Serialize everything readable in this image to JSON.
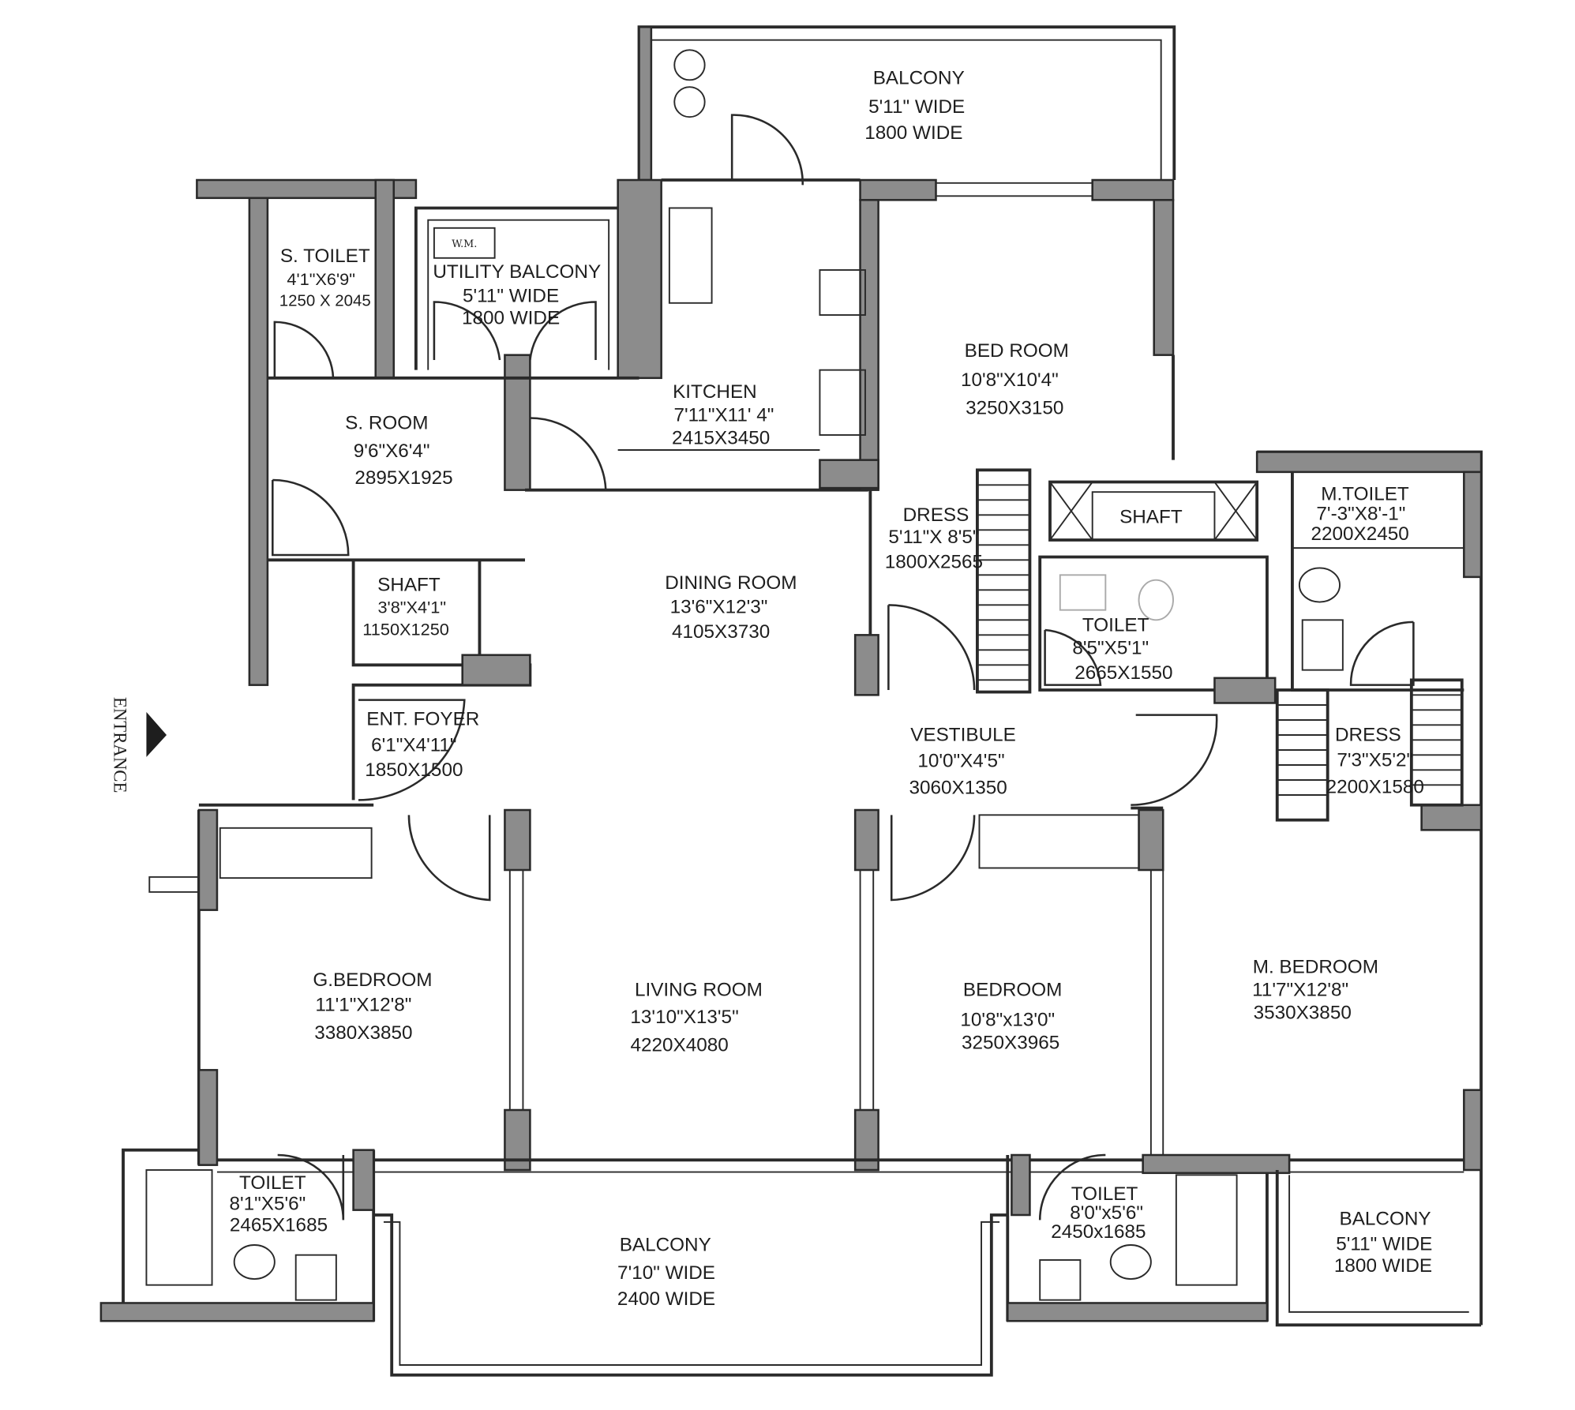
{
  "title": "Apartment Floor Plan",
  "entrance_label": "ENTRANCE",
  "wm_label": "W.M.",
  "rooms": [
    {
      "name": "BALCONY",
      "l2": "5'11\" WIDE",
      "l3": "1800 WIDE"
    },
    {
      "name": "S. TOILET",
      "l2": "4'1\"X6'9\"",
      "l3": "1250 X 2045"
    },
    {
      "name": "UTILITY BALCONY",
      "l2": "5'11\" WIDE",
      "l3": "1800 WIDE"
    },
    {
      "name": "KITCHEN",
      "l2": "7'11\"X11' 4\"",
      "l3": "2415X3450"
    },
    {
      "name": "BED ROOM",
      "l2": "10'8\"X10'4\"",
      "l3": "3250X3150"
    },
    {
      "name": "S. ROOM",
      "l2": "9'6\"X6'4\"",
      "l3": "2895X1925"
    },
    {
      "name": "SHAFT",
      "l2": "3'8\"X4'1\"",
      "l3": "1150X1250"
    },
    {
      "name": "DINING ROOM",
      "l2": "13'6\"X12'3\"",
      "l3": "4105X3730"
    },
    {
      "name": "DRESS",
      "l2": "5'11\"X 8'5\"",
      "l3": "1800X2565"
    },
    {
      "name": "SHAFT"
    },
    {
      "name": "M.TOILET",
      "l2": "7'-3\"X8'-1\"",
      "l3": "2200X2450"
    },
    {
      "name": "TOILET",
      "l2": "8'5\"X5'1\"",
      "l3": "2665X1550"
    },
    {
      "name": "VESTIBULE",
      "l2": "10'0\"X4'5\"",
      "l3": "3060X1350"
    },
    {
      "name": "DRESS",
      "l2": "7'3\"X5'2\"",
      "l3": "2200X1580"
    },
    {
      "name": "ENT. FOYER",
      "l2": "6'1\"X4'11\"",
      "l3": "1850X1500"
    },
    {
      "name": "G.BEDROOM",
      "l2": "11'1\"X12'8\"",
      "l3": "3380X3850"
    },
    {
      "name": "LIVING ROOM",
      "l2": "13'10\"X13'5\"",
      "l3": "4220X4080"
    },
    {
      "name": "BEDROOM",
      "l2": "10'8\"x13'0\"",
      "l3": "3250X3965"
    },
    {
      "name": "M. BEDROOM",
      "l2": "11'7\"X12'8\"",
      "l3": "3530X3850"
    },
    {
      "name": "TOILET",
      "l2": "8'1\"X5'6\"",
      "l3": "2465X1685"
    },
    {
      "name": "BALCONY",
      "l2": "7'10\" WIDE",
      "l3": "2400 WIDE"
    },
    {
      "name": "TOILET",
      "l2": "8'0\"x5'6\"",
      "l3": "2450x1685"
    },
    {
      "name": "BALCONY",
      "l2": "5'11\" WIDE",
      "l3": "1800 WIDE"
    }
  ]
}
